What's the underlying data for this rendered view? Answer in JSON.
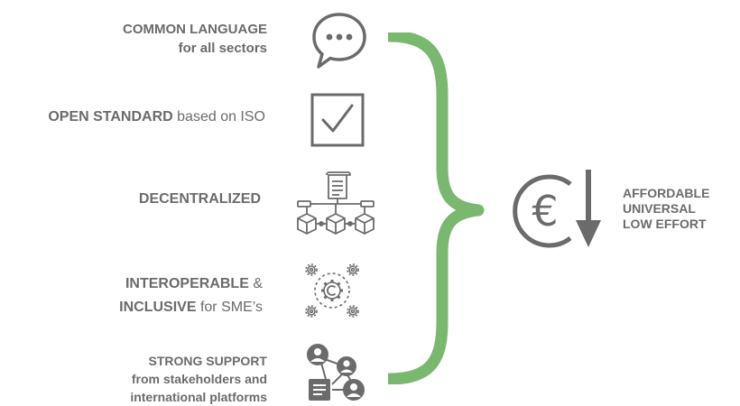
{
  "features": [
    {
      "line1_bold": "COMMON LANGUAGE",
      "line2_bold": "for all sectors",
      "icon": "speech-bubble-icon"
    },
    {
      "bold": "OPEN STANDARD",
      "normal": " based on ISO",
      "icon": "checkbox-icon"
    },
    {
      "bold": "DECENTRALIZED",
      "icon": "network-blocks-icon"
    },
    {
      "line1_bold": "INTEROPERABLE",
      "line1_normal": " &",
      "line2_bold": "INCLUSIVE",
      "line2_normal": " for SME’s",
      "icon": "gears-icon"
    },
    {
      "line1_bold": "STRONG SUPPORT",
      "line2_bold": "from stakeholders and",
      "line3_bold": "international platforms",
      "icon": "stakeholders-icon"
    }
  ],
  "result": {
    "line1": "AFFORDABLE",
    "line2": "UNIVERSAL",
    "line3": "LOW EFFORT",
    "icon": "euro-down-icon"
  },
  "colors": {
    "brace": "#7ab86f",
    "text": "#6b6b6b",
    "icon": "#6b6b6b"
  }
}
